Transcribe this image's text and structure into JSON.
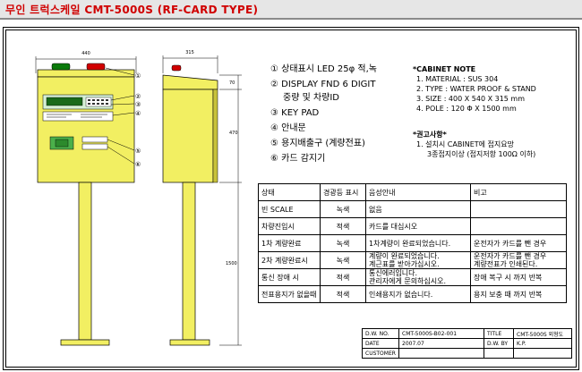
{
  "title": "무인 트럭스케일 CMT-5000S (RF-CARD TYPE)",
  "dims": {
    "front_width": "440",
    "side_width": "315",
    "top_h": "70",
    "body_h": "470",
    "pole_h": "1500"
  },
  "callouts": [
    "①",
    "②",
    "③",
    "④",
    "⑤",
    "⑥"
  ],
  "legend": [
    {
      "num": "①",
      "text": "상태표시 LED 25φ 적,녹"
    },
    {
      "num": "②",
      "text": "DISPLAY FND 6 DIGIT"
    },
    {
      "num": "",
      "text": "중량 및 차량ID"
    },
    {
      "num": "③",
      "text": "KEY PAD"
    },
    {
      "num": "④",
      "text": "안내문"
    },
    {
      "num": "⑤",
      "text": "용지배출구 (계량전표)"
    },
    {
      "num": "⑥",
      "text": "카드 감지기"
    }
  ],
  "cabinet_note": {
    "heading": "*CABINET NOTE",
    "lines": [
      "1. MATERIAL : SUS 304",
      "2. TYPE : WATER PROOF & STAND",
      "3. SIZE : 400 X 540 X 315 mm",
      "4. POLE : 120 Φ X 1500 mm"
    ]
  },
  "recommend": {
    "heading": "*권고사항*",
    "lines": [
      "1. 설치시 CABINET에 접지요망",
      "3종접지이상 (접지저항 100Ω 이하)"
    ]
  },
  "status_table": {
    "headers": [
      "상태",
      "경광등 표시",
      "음성안내",
      "비고"
    ],
    "rows": [
      [
        "빈 SCALE",
        "녹색",
        "없음",
        ""
      ],
      [
        "차량진입시",
        "적색",
        "카드를 대십시오",
        ""
      ],
      [
        "1차 계량완료",
        "녹색",
        "1차계량이 완료되었습니다.",
        "운전자가 카드를 뺀 경우"
      ],
      [
        "2차 계량완료시",
        "녹색",
        "계량이 완료되었습니다.\n계근표를 받아가십시오.",
        "운전자가 카드를 뺀 경우\n계량전표가 인쇄된다."
      ],
      [
        "통신 장애 시",
        "적색",
        "통신에러입니다.\n관리자에게 문의하십시오.",
        "장애 복구 시 까지 반복"
      ],
      [
        "전표용지가 없을때",
        "적색",
        "인쇄용지가 없습니다.",
        "용지 보충 때 까지 반복"
      ]
    ]
  },
  "title_block": {
    "dw_no_label": "D.W. NO.",
    "dw_no": "CMT-5000S-B02-001",
    "title_label": "TITLE",
    "title": "CMT-5000S 외형도",
    "date_label": "DATE",
    "date": "2007.07",
    "dwby_label": "D.W. BY",
    "dwby": "K.P.",
    "customer_label": "CUSTOMER",
    "customer": ""
  },
  "colors": {
    "cabinet": "#f2ef62",
    "cabinet_dark": "#c8c23a",
    "led_green": "#0a7a0a",
    "led_red": "#d10000",
    "title_red": "#d00000",
    "green_panel": "#4ab04a"
  }
}
